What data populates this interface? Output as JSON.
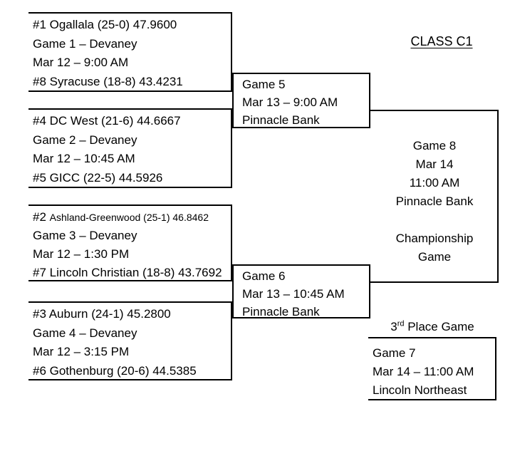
{
  "header": {
    "class_label": "CLASS C1"
  },
  "bracket": {
    "matchups": [
      {
        "team_top": "#1 Ogallala (25-0) 47.9600",
        "game": "Game 1 – Devaney",
        "schedule": "Mar 12 – 9:00 AM",
        "team_bottom": "#8 Syracuse (18-8) 43.4231"
      },
      {
        "team_top": "#4 DC West (21-6) 44.6667",
        "game": "Game 2 – Devaney",
        "schedule": "Mar 12 – 10:45 AM",
        "team_bottom": "#5 GICC (22-5) 44.5926"
      },
      {
        "team_top_seed": "#2 ",
        "team_top_name": "Ashland-Greenwood (25-1) 46.8462",
        "game": "Game 3 – Devaney",
        "schedule": "Mar 12 – 1:30 PM",
        "team_bottom": "#7 Lincoln Christian (18-8) 43.7692"
      },
      {
        "team_top": "#3 Auburn (24-1) 45.2800",
        "game": "Game 4 – Devaney",
        "schedule": "Mar 12 – 3:15 PM",
        "team_bottom": "#6 Gothenburg (20-6) 44.5385"
      }
    ],
    "semifinals": [
      {
        "title": "Game 5",
        "schedule": "Mar 13 – 9:00 AM",
        "venue": "Pinnacle Bank"
      },
      {
        "title": "Game 6",
        "schedule": "Mar 13 – 10:45 AM",
        "venue": "Pinnacle Bank"
      }
    ],
    "championship": {
      "title": "Game 8",
      "date": "Mar 14",
      "time": "11:00 AM",
      "venue": "Pinnacle Bank",
      "label_line1": "Championship",
      "label_line2": "Game"
    },
    "third_place": {
      "heading_num": "3",
      "heading_ordinal": "rd",
      "heading_rest": " Place Game",
      "title": "Game 7",
      "schedule": "Mar 14 – 11:00 AM",
      "venue": "Lincoln Northeast"
    }
  },
  "colors": {
    "background": "#ffffff",
    "line": "#000000",
    "text": "#000000"
  }
}
